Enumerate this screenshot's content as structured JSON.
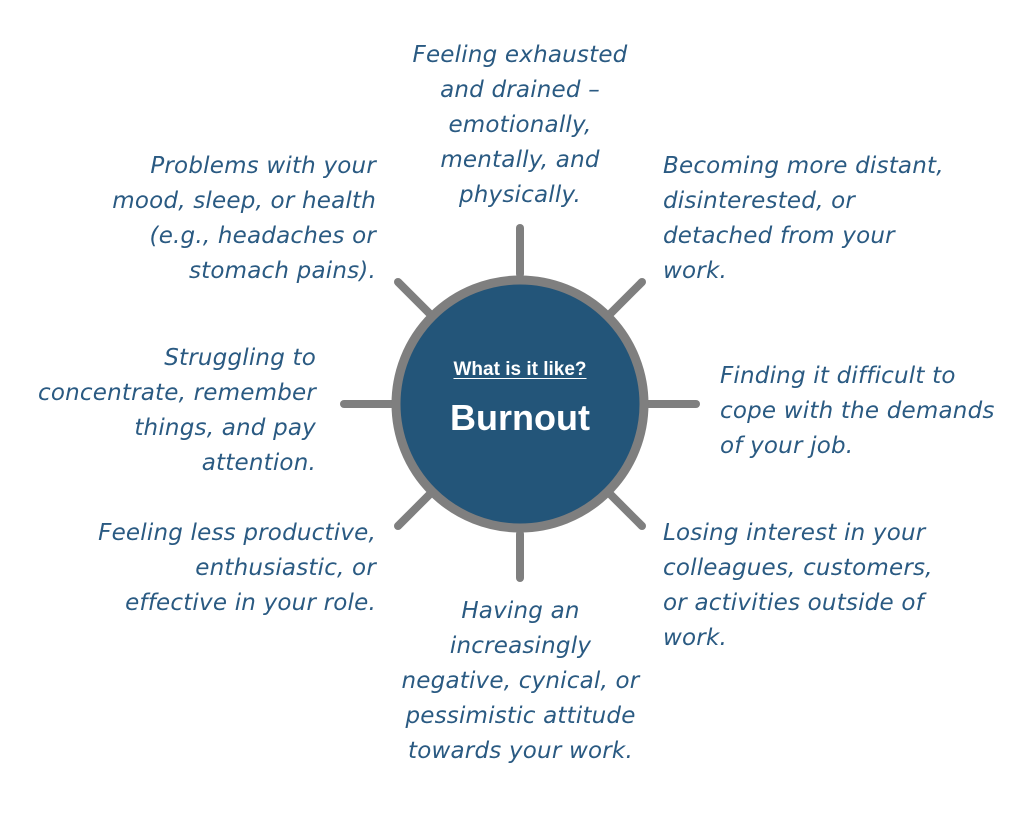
{
  "center": {
    "subtitle": "What is it like?",
    "title": "Burnout",
    "fill_color": "#235579",
    "ring_color": "#7f7f7f"
  },
  "text_color": "#2a5a82",
  "symptoms": {
    "top": "Feeling exhausted\nand drained –\nemotionally,\nmentally, and\nphysically.",
    "top_right": "Becoming more distant,\ndisinterested, or\ndetached from your\nwork.",
    "right": "Finding it difficult to\ncope with the demands\nof your job.",
    "bottom_right": "Losing interest in your\ncolleagues, customers,\nor activities outside of\nwork.",
    "bottom": "Having an\nincreasingly\nnegative, cynical, or\npessimistic attitude\ntowards your work.",
    "bottom_left": "Feeling less productive,\nenthusiastic, or\neffective in your role.",
    "left": "Struggling to\nconcentrate, remember\nthings, and pay\nattention.",
    "top_left": "Problems with your\nmood, sleep, or health\n(e.g., headaches or\nstomach pains)."
  }
}
